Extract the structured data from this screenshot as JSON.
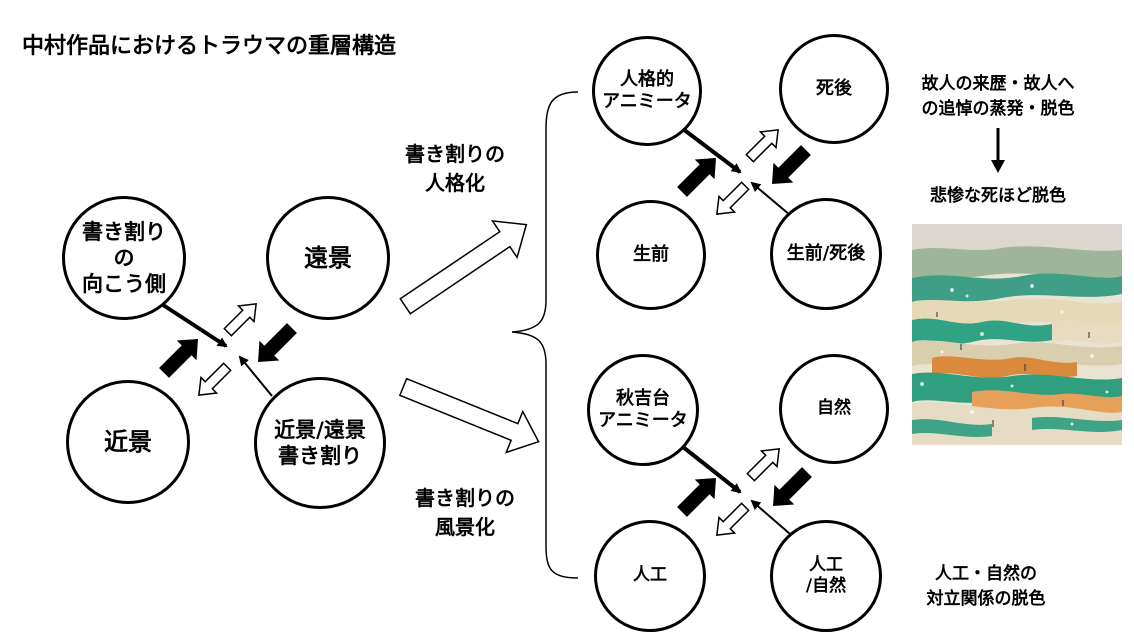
{
  "title": "中村作品におけるトラウマの重層構造",
  "left_cross": {
    "top_left": "書き割り\nの\n向こう側",
    "top_right": "遠景",
    "bottom_left": "近景",
    "bottom_right": "近景/遠景\n書き割り"
  },
  "arrow_labels": {
    "upper": "書き割りの\n人格化",
    "lower": "書き割りの\n風景化"
  },
  "upper_cross": {
    "top_left": "人格的\nアニミータ",
    "top_right": "死後",
    "bottom_left": "生前",
    "bottom_right": "生前/死後"
  },
  "lower_cross": {
    "top_left": "秋吉台\nアニミータ",
    "top_right": "自然",
    "bottom_left": "人工",
    "bottom_right": "人工\n/自然"
  },
  "notes": {
    "upper": "故人の来歴・故人へ\nの追悼の蒸発・脱色",
    "result": "悲惨な死ほど脱色",
    "lower": "人工・自然の\n対立関係の脱色"
  },
  "painting": {
    "icon": "landscape-painting"
  }
}
